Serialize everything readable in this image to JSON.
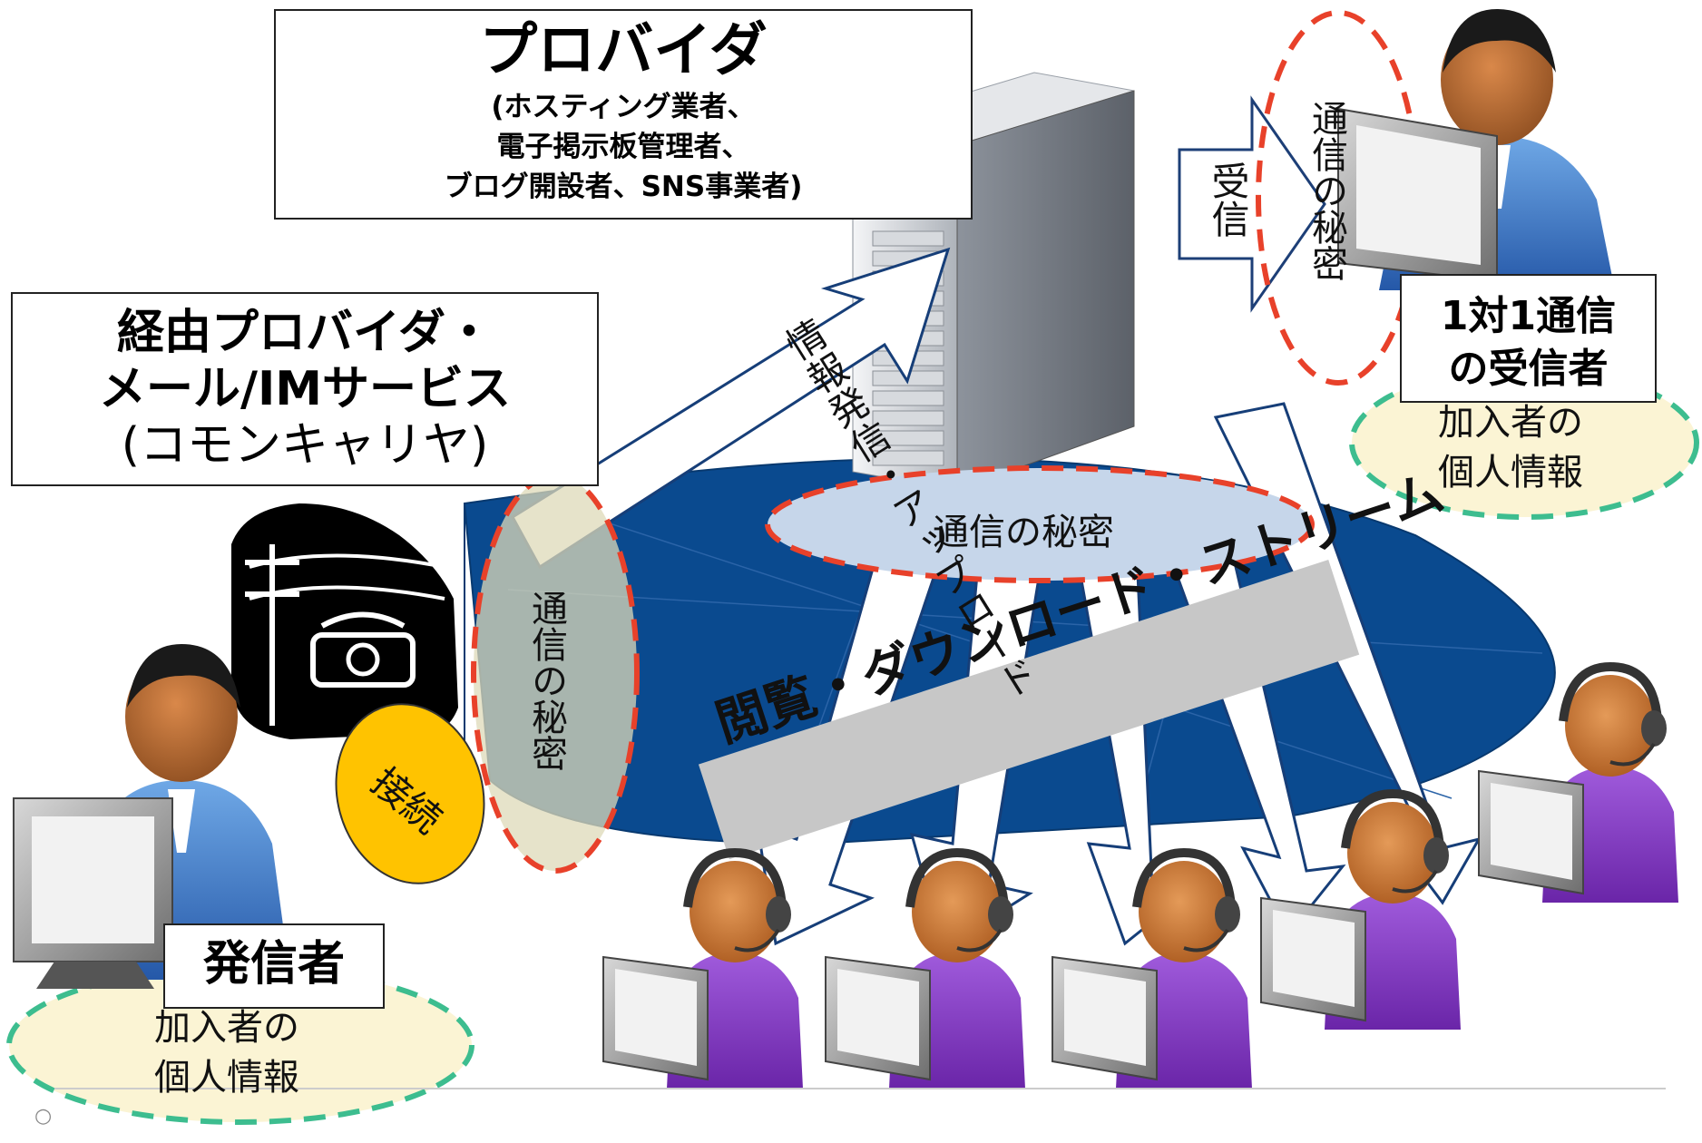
{
  "provider": {
    "title": "プロバイダ",
    "sub1": "(ホスティング業者、",
    "sub2": "電子掲示板管理者、",
    "sub3": "ブログ開設者、SNS事業者)"
  },
  "carrier": {
    "line1": "経由プロバイダ・",
    "line2": "メール/IMサービス",
    "line3": "(コモンキャリヤ)"
  },
  "recipient": {
    "line1": "1対1通信",
    "line2": "の受信者"
  },
  "sender": {
    "label": "発信者"
  },
  "labels": {
    "receive": "受信",
    "upload": "情報発信・アップロード",
    "connect": "接続",
    "browse": "閲覧・ダウンロード・ストリーム",
    "secret": "通信の秘密",
    "personal_info_1": "加入者の",
    "personal_info_2": "個人情報",
    "bullet": "○"
  },
  "colors": {
    "platform_blue": "#0a4a8f",
    "secret_dash": "#e8412a",
    "personal_dash": "#3dbd8f",
    "personal_fill": "#fbf4d4",
    "connect_fill": "#ffc300",
    "browse_band": "#c7c7c7"
  }
}
